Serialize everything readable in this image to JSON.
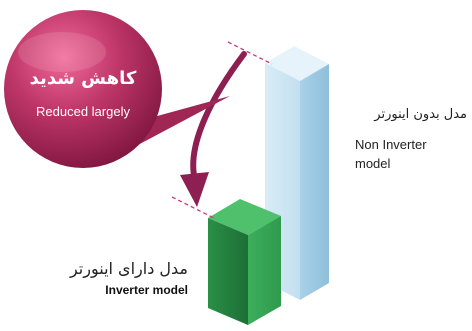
{
  "badge": {
    "title_fa": "کاهش شدید",
    "subtitle_en": "Reduced largely",
    "fill": "#b5305c"
  },
  "non_inverter": {
    "label_fa": "مدل بدون اینورتر",
    "label_en_line1": "Non Inverter",
    "label_en_line2": "model",
    "color": "#b8d8ea"
  },
  "inverter": {
    "label_fa": "مدل دارای اینورتر",
    "label_en": "Inverter model",
    "color": "#2c9a4a"
  },
  "arrow_color": "#8e1f52",
  "guide_color": "#c43d7a"
}
